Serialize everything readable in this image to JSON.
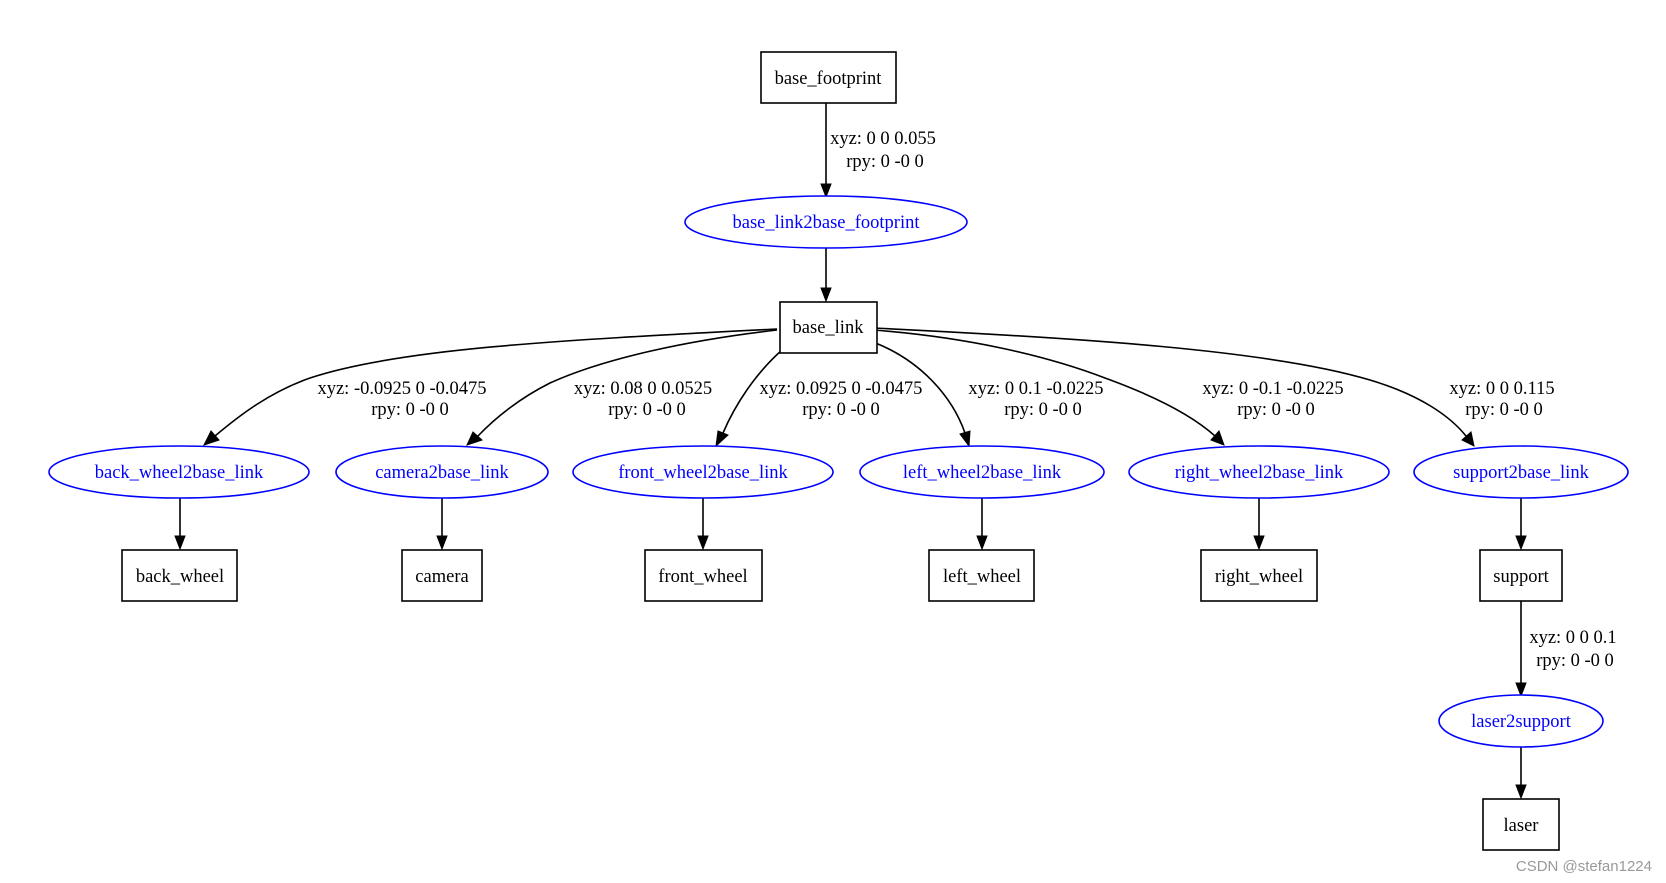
{
  "frames": {
    "base_footprint": "base_footprint",
    "base_link": "base_link",
    "back_wheel": "back_wheel",
    "camera": "camera",
    "front_wheel": "front_wheel",
    "left_wheel": "left_wheel",
    "right_wheel": "right_wheel",
    "support": "support",
    "laser": "laser"
  },
  "joints": {
    "base_link2base_footprint": "base_link2base_footprint",
    "back_wheel2base_link": "back_wheel2base_link",
    "camera2base_link": "camera2base_link",
    "front_wheel2base_link": "front_wheel2base_link",
    "left_wheel2base_link": "left_wheel2base_link",
    "right_wheel2base_link": "right_wheel2base_link",
    "support2base_link": "support2base_link",
    "laser2support": "laser2support"
  },
  "edge_labels": {
    "base_footprint_to_base_link2base_footprint": {
      "xyz": "xyz: 0 0 0.055",
      "rpy": "rpy: 0 -0 0"
    },
    "base_link_to_back_wheel2base_link": {
      "xyz": "xyz: -0.0925 0 -0.0475",
      "rpy": "rpy: 0 -0 0"
    },
    "base_link_to_camera2base_link": {
      "xyz": "xyz: 0.08 0 0.0525",
      "rpy": "rpy: 0 -0 0"
    },
    "base_link_to_front_wheel2base_link": {
      "xyz": "xyz: 0.0925 0 -0.0475",
      "rpy": "rpy: 0 -0 0"
    },
    "base_link_to_left_wheel2base_link": {
      "xyz": "xyz: 0 0.1 -0.0225",
      "rpy": "rpy: 0 -0 0"
    },
    "base_link_to_right_wheel2base_link": {
      "xyz": "xyz: 0 -0.1 -0.0225",
      "rpy": "rpy: 0 -0 0"
    },
    "base_link_to_support2base_link": {
      "xyz": "xyz: 0 0 0.115",
      "rpy": "rpy: 0 -0 0"
    },
    "support_to_laser2support": {
      "xyz": "xyz: 0 0 0.1",
      "rpy": "rpy: 0 -0 0"
    }
  },
  "colors": {
    "frame": "#000000",
    "joint": "#0000ff",
    "edge": "#000000",
    "watermark": "#999999"
  },
  "watermark": "CSDN @stefan1224"
}
